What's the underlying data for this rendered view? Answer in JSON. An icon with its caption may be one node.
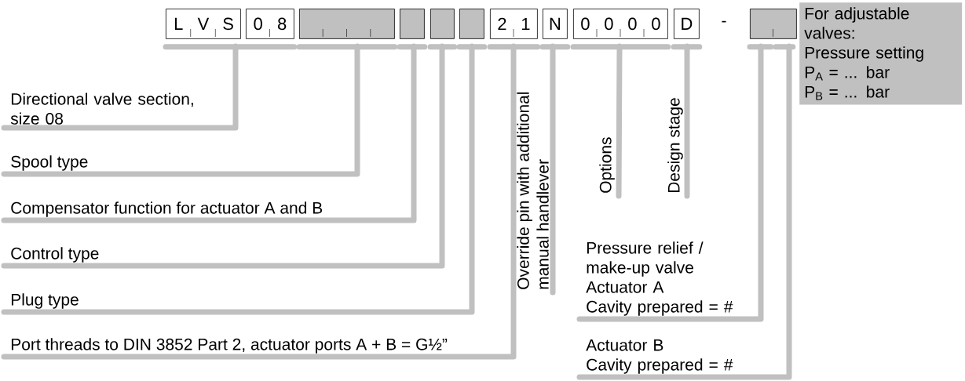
{
  "diagram": {
    "nodes": [
      {
        "text": [
          "L",
          "V",
          "S"
        ]
      },
      {
        "text": [
          "0",
          "8"
        ]
      },
      {
        "text": [],
        "shape": "box"
      },
      {
        "text": [],
        "shape": "box"
      },
      {
        "text": [],
        "shape": "box"
      },
      {
        "text": [],
        "shape": "box"
      },
      {
        "text": [
          "2",
          "1"
        ]
      },
      {
        "text": [
          "N"
        ]
      },
      {
        "text": [
          "0",
          "0",
          "0",
          "0"
        ]
      },
      {
        "text": [
          "D"
        ]
      },
      {
        "text": [],
        "shape": "box"
      },
      {
        "text": [
          "For adjustable valves:",
          "Pressure setting",
          "P$_{A}$ = ... bar",
          "P$_{B}$ = ... bar"
        ]
      },
      {
        "text": [
          "Directional valve section, size 08"
        ]
      },
      {
        "text": [
          "Override pin with additional manual handlever"
        ]
      },
      {
        "text": [
          "Options"
        ]
      },
      {
        "text": [
          "Design stage"
        ]
      },
      {
        "text": [
          "Spool type"
        ]
      },
      {
        "text": [
          "Compensator function  for actuator A and B"
        ]
      },
      {
        "text": [
          "Control type"
        ]
      },
      {
        "text": [
          "Plug type"
        ]
      },
      {
        "text": [
          "Pressure relief / make-up valve",
          "Actuator A",
          "Cavity prepared = #"
        ]
      },
      {
        "text": [
          "Port threads to DIN 3852 Part 2, actuator ports A + B = G½”"
        ]
      },
      {
        "text": [
          "Actuator B",
          "Cavity prepared = #"
        ]
      }
    ],
    "edges": [
      {
        "from": 0,
        "to": 12,
        "arrow": "none"
      },
      {
        "from": 1,
        "to": 12,
        "arrow": "none"
      },
      {
        "from": 2,
        "to": 16,
        "arrow": "none"
      },
      {
        "from": 3,
        "to": 17,
        "arrow": "none"
      },
      {
        "from": 4,
        "to": 18,
        "arrow": "none"
      },
      {
        "from": 5,
        "to": 19,
        "arrow": "none"
      },
      {
        "from": 6,
        "to": 21,
        "arrow": "none"
      },
      {
        "from": 7,
        "to": 13,
        "arrow": "none"
      },
      {
        "from": 8,
        "to": 14,
        "arrow": "none"
      },
      {
        "from": 9,
        "to": 15,
        "arrow": "none"
      },
      {
        "from": 10,
        "to": 20,
        "arrow": "none"
      },
      {
        "from": 10,
        "to": 22,
        "arrow": "none"
      }
    ],
    "labels": [
      "-"
    ]
  }
}
